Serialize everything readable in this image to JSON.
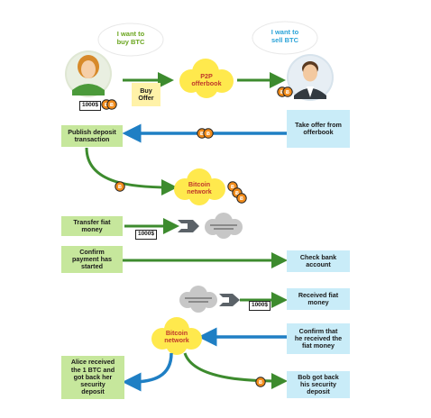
{
  "alice": {
    "speech": "I want to\nbuy BTC",
    "cash": "1000$"
  },
  "bob": {
    "speech": "I want to\nsell BTC"
  },
  "offerbook": {
    "label": "P2P\nofferbook"
  },
  "buy_offer": {
    "label": "Buy\nOffer"
  },
  "take_offer": {
    "label": "Take offer from\nofferbook"
  },
  "publish_deposit": {
    "label": "Publish deposit\ntransaction"
  },
  "bitcoin_network_top": {
    "label": "Bitcoin\nnetwork"
  },
  "transfer_fiat": {
    "label": "Transfer fiat\nmoney",
    "cash": "1000$"
  },
  "confirm_payment": {
    "label": "Confirm\npayment has\nstarted"
  },
  "check_bank": {
    "label": "Check bank\naccount"
  },
  "received_fiat": {
    "label": "Received fiat\nmoney",
    "cash": "1000$"
  },
  "confirm_received": {
    "label": "Confirm that\nhe received the\nfiat money"
  },
  "bitcoin_network_bottom": {
    "label": "Bitcoin\nnetwork"
  },
  "alice_received": {
    "label": "Alice received\nthe 1 BTC and\ngot back her\nsecurity\ndeposit"
  },
  "bob_received": {
    "label": "Bob got back\nhis security\ndeposit"
  },
  "colors": {
    "green_box": "#c6e79c",
    "blue_box": "#c9ecf8",
    "green_arrow": "#3d8b2e",
    "blue_arrow": "#1f7fc4",
    "coin": "#f28c1b",
    "cloud_yellow": "#ffe94d"
  }
}
